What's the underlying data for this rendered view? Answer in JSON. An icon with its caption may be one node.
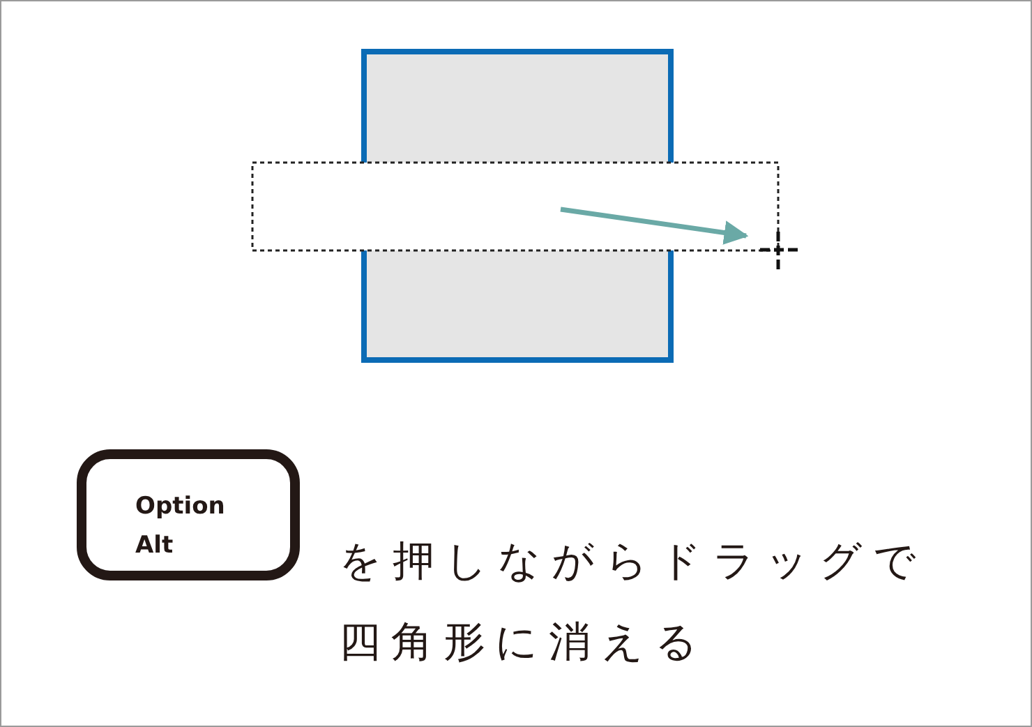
{
  "diagram": {
    "nodes": [
      {
        "text": [],
        "shape": "box"
      },
      {
        "text": [],
        "shape": "box"
      },
      {
        "text": [
          "Option Alt"
        ],
        "beside": [
          "を押しながらドラッグで四角形に消える"
        ]
      }
    ]
  }
}
